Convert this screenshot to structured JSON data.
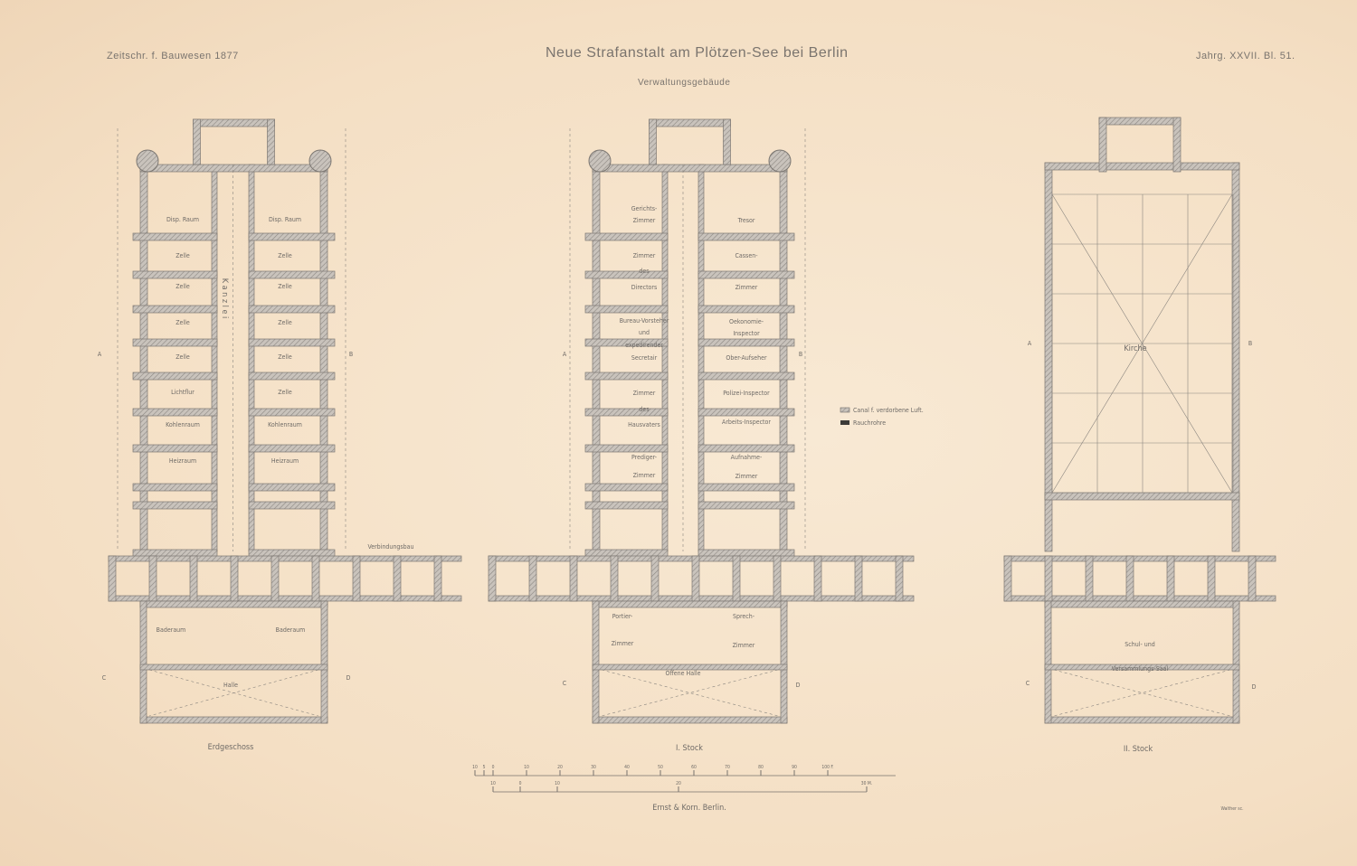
{
  "header": {
    "left": "Zeitschr. f. Bauwesen 1877",
    "title": "Neue Strafanstalt am Plötzen-See bei Berlin",
    "subtitle": "Verwaltungsgebäude",
    "right": "Jahrg. XXVII. Bl. 51."
  },
  "plans": {
    "ground": {
      "caption": "Erdgeschoss",
      "rooms_left": [
        "Disp. Raum",
        "Zelle",
        "Zelle",
        "Zelle",
        "Zelle",
        "Lichtflur",
        "Kohlenraum",
        "Heizraum"
      ],
      "rooms_right": [
        "Disp. Raum",
        "Zelle",
        "Zelle",
        "Zelle",
        "Zelle",
        "Zelle",
        "Kohlenraum",
        "Heizraum"
      ],
      "corridor": "K a n z l e i",
      "connector": "Verbindungsbau",
      "bath_left": "Baderaum",
      "bath_right": "Baderaum",
      "hall": "Halle"
    },
    "first": {
      "caption": "I. Stock",
      "rooms_left": [
        [
          "Gerichts-",
          "Zimmer"
        ],
        [
          "Zimmer",
          "des",
          "Directors"
        ],
        [
          "Bureau-Vorsteher",
          "und",
          "expedirender",
          "Secretair"
        ],
        [
          "Zimmer",
          "des",
          "Hausvaters"
        ],
        [
          "Prediger-",
          "Zimmer"
        ]
      ],
      "rooms_right": [
        [
          "Tresor"
        ],
        [
          "Cassen-",
          "Zimmer"
        ],
        [
          "Oekonomie-",
          "Inspector",
          "Ober-Aufseher"
        ],
        [
          "Polizei-Inspector",
          "Arbeits-Inspector"
        ],
        [
          "Aufnahme-",
          "Zimmer"
        ]
      ],
      "porter": [
        "Portier-",
        "Zimmer"
      ],
      "speaking": [
        "Sprech-",
        "Zimmer"
      ],
      "hall": "Offene Halle"
    },
    "second": {
      "caption": "II. Stock",
      "church": "Kirche",
      "hall": [
        "Schul- und",
        "Versammlungs-Saal"
      ]
    },
    "section_marks": [
      "A",
      "B",
      "C",
      "D"
    ]
  },
  "legend": {
    "items": [
      {
        "label": "Canal f. verdorbene Luft.",
        "icon": "hatched-box"
      },
      {
        "label": "Rauchrohre",
        "icon": "solid-box"
      }
    ]
  },
  "scale": {
    "feet_ticks": [
      "10",
      "5",
      "0",
      "10",
      "20",
      "30",
      "40",
      "50",
      "60",
      "70",
      "80",
      "90",
      "100 F."
    ],
    "meter_ticks": [
      "10",
      "0",
      "10",
      "20",
      "30 M."
    ]
  },
  "footer": {
    "publisher": "Ernst & Korn. Berlin.",
    "engraver": "Walther sc."
  },
  "colors": {
    "paper": "#f6e4cc",
    "ink": "#6e6a66",
    "wall": "#b0aba5"
  }
}
